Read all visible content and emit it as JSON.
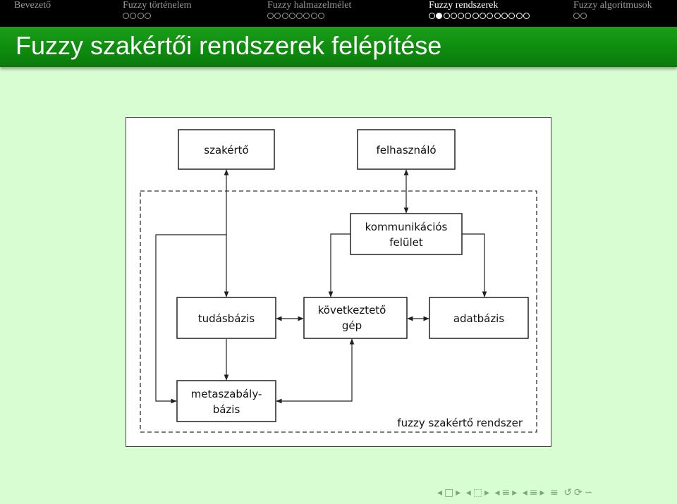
{
  "navbar": {
    "sections": [
      {
        "label": "Bevezető",
        "dots": [],
        "active": false
      },
      {
        "label": "Fuzzy történelem",
        "dots": [
          0,
          0,
          0,
          0
        ],
        "active": false
      },
      {
        "label": "Fuzzy halmazelmélet",
        "dots": [
          0,
          0,
          0,
          0,
          0,
          0,
          0,
          0
        ],
        "active": false
      },
      {
        "label": "Fuzzy rendszerek",
        "dots": [
          0,
          1,
          0,
          0,
          0,
          0,
          0,
          0,
          0,
          0,
          0,
          0,
          0,
          0
        ],
        "active": true
      },
      {
        "label": "Fuzzy algoritmusok",
        "dots": [
          0,
          0
        ],
        "active": false
      }
    ]
  },
  "title": "Fuzzy szakértői rendszerek felépítése",
  "diagram": {
    "boxes": {
      "szakerto": [
        "szakértő"
      ],
      "felhasznalo": [
        "felhasználó"
      ],
      "kommunikacios": [
        "kommunikációs",
        "felület"
      ],
      "tudasbazis": [
        "tudásbázis"
      ],
      "kovetkezteto": [
        "következtető",
        "gép"
      ],
      "adatbazis": [
        "adatbázis"
      ],
      "metaszabaly": [
        "metaszabály-",
        "bázis"
      ]
    },
    "system_label": "fuzzy szakértő rendszer"
  },
  "bottom_nav": [
    "◂",
    "□",
    "▸",
    "◂",
    "⬚",
    "▸",
    "◂",
    "≡",
    "▸",
    "◂",
    "≡",
    "▸",
    "≡",
    "↺",
    "⟳",
    "∽"
  ]
}
